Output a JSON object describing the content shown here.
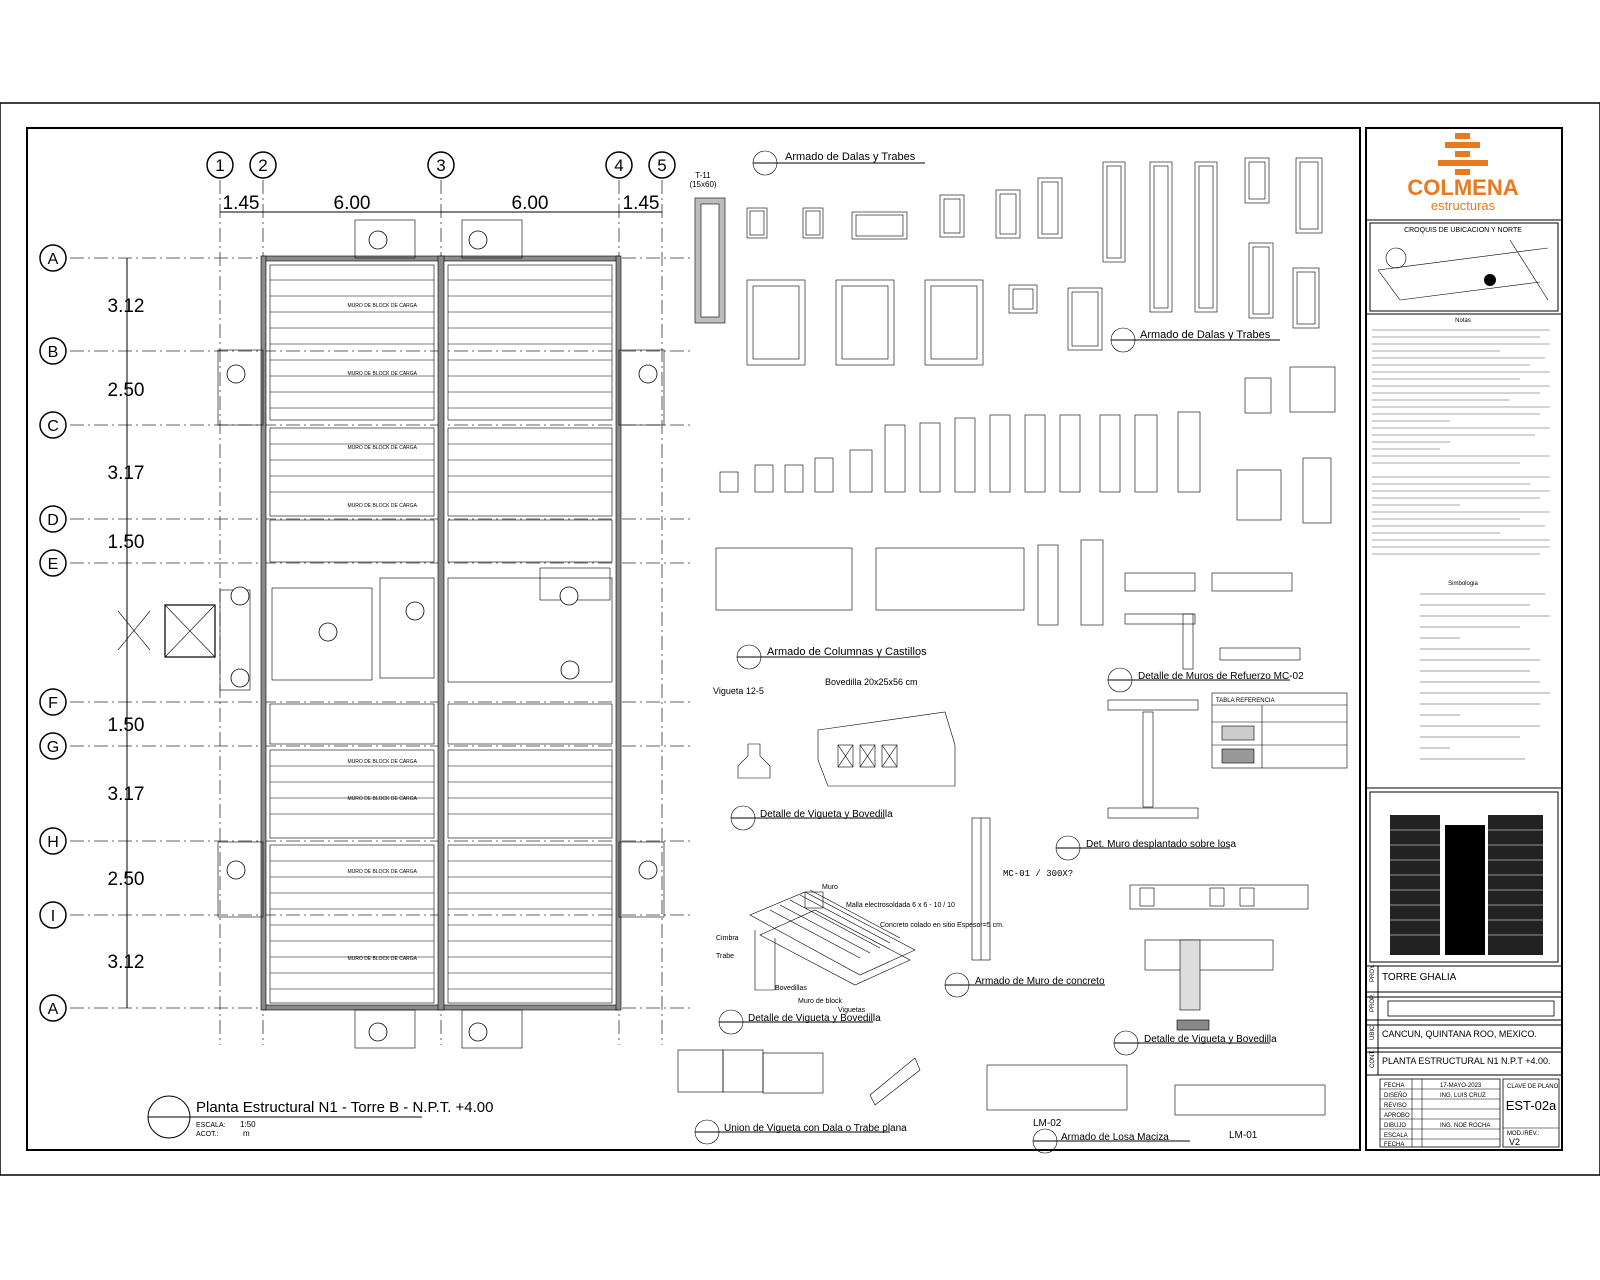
{
  "plan": {
    "column_axes": [
      "1",
      "2",
      "3",
      "4",
      "5"
    ],
    "row_axes": [
      "A",
      "B",
      "C",
      "D",
      "E",
      "F",
      "G",
      "H",
      "I",
      "A"
    ],
    "column_dims": [
      "1.45",
      "6.00",
      "6.00",
      "1.45"
    ],
    "row_dims": [
      "3.12",
      "2.50",
      "3.17",
      "1.50",
      "1.50",
      "3.17",
      "2.50",
      "3.12"
    ],
    "wall_note": "MURO DE BLOCK DE CARGA",
    "title": "Planta Estructural N1 - Torre B  -  N.P.T. +4.00",
    "scale_label": "ESCALA:",
    "scale_value": "1:50",
    "units_label": "ACOT.:",
    "units_value": "m"
  },
  "details": {
    "dalas_trabes_1": "Armado de Dalas y Trabes",
    "dalas_trabes_2": "Armado de Dalas y Trabes",
    "columnas": "Armado de Columnas y Castillos",
    "muros_refuerzo": "Detalle de Muros de Refuerzo MC-02",
    "vigueta_bovedilla_1": "Detalle de Vigueta y Bovedilla",
    "vigueta_bovedilla_2": "Detalle de Vigueta y Bovedilla",
    "vigueta_bovedilla_3": "Detalle de Vigueta y Bovedilla",
    "muro_desplantado": "Det. Muro desplantado sobre losa",
    "muro_concreto": "Armado de Muro de concreto",
    "union_vigueta": "Union de Vigueta con Dala o Trabe plana",
    "losa_maciza": "Armado de Losa Maciza",
    "vigueta_label": "Vigueta 12-5",
    "bovedilla_label": "Bovedilla 20x25x56 cm",
    "malla_label": "Malla electrosoldada 6 x 6 - 10 / 10",
    "concreto_label": "Concreto colado en sitio Espesor=5 cm.",
    "muro_label": "Muro",
    "muro_block_label": "Muro de block",
    "cimbra_label": "Cimbra",
    "trabe_label": "Trabe",
    "bovedillas_label": "Bovedillas",
    "viguetas_label": "Viguetas",
    "mc01_label": "MC-01 / 300X?",
    "lm01": "LM-01",
    "lm02": "LM-02",
    "t11": "T-11",
    "t11_size": "(15x60)",
    "tabla_title": "TABLA REFERENCIA"
  },
  "titleblock": {
    "logo_top": "COLMENA",
    "logo_bottom": "estructuras",
    "croquis": "CROQUIS DE UBICACION Y NORTE",
    "notas": "Notas",
    "simbologia": "Simbologia",
    "proyecto_label": "PROY.",
    "proyecto": "TORRE GHALIA",
    "prop_label": "PROP.",
    "ubic_label": "UBIC.",
    "ubicacion": "CANCUN, QUINTANA ROO, MEXICO.",
    "cont_label": "CONT.",
    "contenido": "PLANTA ESTRUCTURAL N1 N.P.T +4.00.",
    "fecha_label": "FECHA",
    "fecha": "17-MAYO-2023",
    "diseno_label": "DISEÑO",
    "diseno": "ING. LUIS CRUZ",
    "reviso_label": "REVISO",
    "aprobo_label": "APROBO",
    "dibujo_label": "DIBUJO",
    "dibujo": "ING. NOE ROCHA",
    "escala_label": "ESCALA",
    "clave_label": "CLAVE DE PLANO",
    "clave": "EST-02a",
    "mod_label": "MOD./REV.:",
    "rev": "V2",
    "brand_color": "#e8791c"
  }
}
